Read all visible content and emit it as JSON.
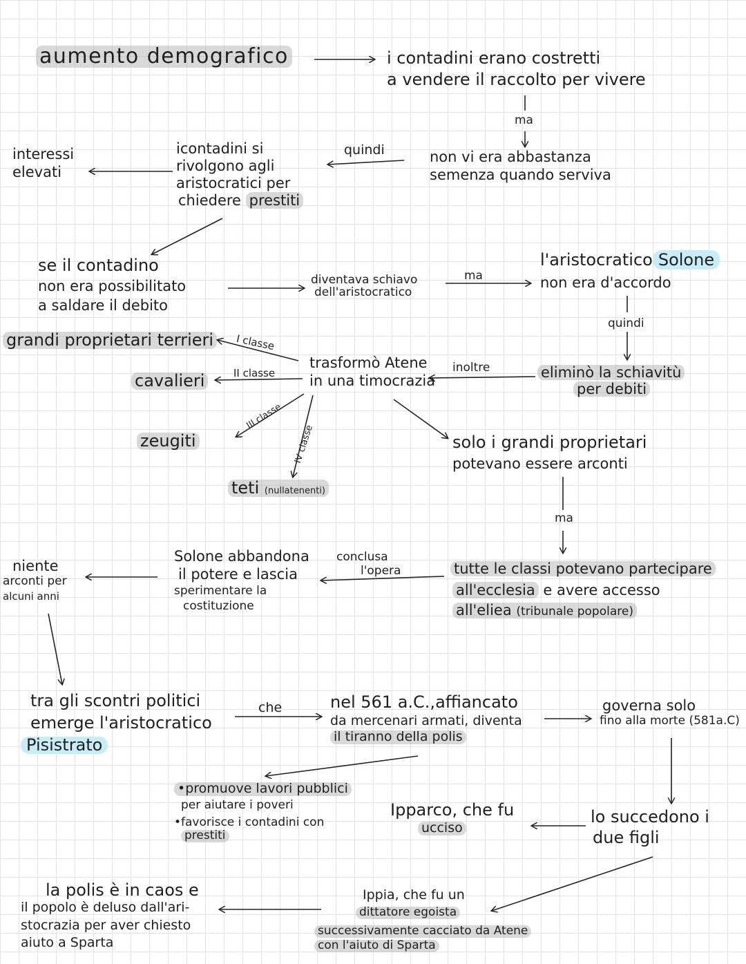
{
  "nodes": {
    "aumento": "aumento demografico",
    "contadini_costretti_1": "i contadini erano costretti",
    "contadini_costretti_2": "a vendere il raccolto per vivere",
    "ma_1": "ma",
    "semenza_1": "non vi era abbastanza",
    "semenza_2": "semenza quando serviva",
    "quindi_1": "quindi",
    "rivolgono_1": "icontadini si",
    "rivolgono_2": "rivolgono agli",
    "rivolgono_3": "aristocratici per",
    "rivolgono_4": "chiedere",
    "rivolgono_4b": "prestiti",
    "interessi_1": "interessi",
    "interessi_2": "elevati",
    "debito_1": "se il contadino",
    "debito_2": "non era possibilitato",
    "debito_3": "a saldare il debito",
    "schiavo_1": "diventava schiavo",
    "schiavo_2": "dell'aristocratico",
    "ma_2": "ma",
    "solone_1": "l'aristocratico",
    "solone_name": "Solone",
    "solone_2": "non era d'accordo",
    "quindi_2": "quindi",
    "elimino_1": "eliminò la schiavitù",
    "elimino_2": "per debiti",
    "inoltre": "inoltre",
    "timocrazia_1": "trasformò Atene",
    "timocrazia_2": "in una timocrazia",
    "grandi": "grandi proprietari terrieri",
    "classe_1": "I classe",
    "cavalieri": "cavalieri",
    "classe_2": "II classe",
    "zeugiti": "zeugiti",
    "classe_3": "III classe",
    "classe_4": "IV classe",
    "teti": "teti",
    "teti_note": "(nullatenenti)",
    "arconti_1": "solo i grandi proprietari",
    "arconti_2": "potevano essere arconti",
    "ma_3": "ma",
    "classi_1": "tutte le classi potevano partecipare",
    "classi_2": "all'ecclesia",
    "classi_2b": "e avere accesso",
    "classi_3": "all'eliea",
    "classi_3b": "(tribunale popolare)",
    "conclusa_1": "conclusa",
    "conclusa_2": "l'opera",
    "abbandona_1": "Solone abbandona",
    "abbandona_2": "il potere e lascia",
    "abbandona_3": "sperimentare la",
    "abbandona_4": "costituzione",
    "niente_1": "niente",
    "niente_2": "arconti per",
    "niente_3": "alcuni anni",
    "scontri_1": "tra gli scontri politici",
    "scontri_2": "emerge l'aristocratico",
    "pisistrato": "Pisistrato",
    "che": "che",
    "tiranno_1": "nel 561 a.C.,affiancato",
    "tiranno_2": "da mercenari armati, diventa",
    "tiranno_3": "il tiranno della polis",
    "governa_1": "governa solo",
    "governa_2": "fino alla morte (581a.C)",
    "promuove_1": "•promuove lavori pubblici",
    "promuove_2": "per aiutare i poveri",
    "promuove_3": "•favorisce i contadini con",
    "promuove_4": "prestiti",
    "ipparco_1": "Ipparco, che fu",
    "ipparco_2": "ucciso",
    "figli_1": "lo succedono i",
    "figli_2": "due figli",
    "ippia_1": "Ippia, che fu un",
    "ippia_2": "dittatore egoista",
    "ippia_3": "successivamente cacciato da Atene",
    "ippia_4": "con l'aiuto di Sparta",
    "caos_1": "la polis è in caos e",
    "caos_2": "il popolo è deluso dall'ari-",
    "caos_3": "stocrazia per aver chiesto",
    "caos_4": "aiuto a Sparta"
  },
  "colors": {
    "highlight_gray": "#aaaaaa",
    "highlight_blue": "#c9edf6",
    "ink": "#1f1f1f",
    "grid": "#e3e3e3"
  }
}
